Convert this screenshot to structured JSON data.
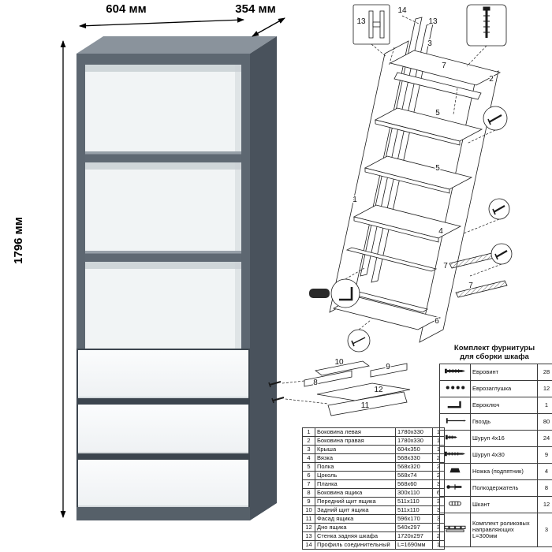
{
  "product": {
    "dim_width": "604 мм",
    "dim_depth": "354 мм",
    "dim_height": "1796 мм"
  },
  "colors": {
    "carcass": "#5d6771",
    "top_face": "#8a939c",
    "side_face": "#49525c",
    "interior": "#f1f4f5",
    "shelf": "#5f6973",
    "drawer": "#f8fafb",
    "gap": "#3c454e"
  },
  "diagram": {
    "labels": [
      "14",
      "13",
      "13",
      "3",
      "7",
      "2",
      "1",
      "5",
      "5",
      "4",
      "7",
      "7",
      "6",
      "10",
      "8",
      "9",
      "12",
      "11"
    ]
  },
  "parts_table": {
    "rows": [
      {
        "n": "1",
        "name": "Боковина левая",
        "size": "1780x330",
        "qty": "1"
      },
      {
        "n": "2",
        "name": "Боковина правая",
        "size": "1780x330",
        "qty": "1"
      },
      {
        "n": "3",
        "name": "Крыша",
        "size": "604x350",
        "qty": "1"
      },
      {
        "n": "4",
        "name": "Вязка",
        "size": "568x330",
        "qty": "2"
      },
      {
        "n": "5",
        "name": "Полка",
        "size": "568x320",
        "qty": "2"
      },
      {
        "n": "6",
        "name": "Цоколь",
        "size": "568x74",
        "qty": "2"
      },
      {
        "n": "7",
        "name": "Планка",
        "size": "568x60",
        "qty": "3"
      },
      {
        "n": "8",
        "name": "Боковина ящика",
        "size": "300x110",
        "qty": "6"
      },
      {
        "n": "9",
        "name": "Передний щит ящика",
        "size": "511x110",
        "qty": "3"
      },
      {
        "n": "10",
        "name": "Задний щит ящика",
        "size": "511x110",
        "qty": "3"
      },
      {
        "n": "11",
        "name": "Фасад ящика",
        "size": "596x170",
        "qty": "3"
      },
      {
        "n": "12",
        "name": "Дно ящика",
        "size": "540x297",
        "qty": "3"
      },
      {
        "n": "13",
        "name": "Стенка задняя шкафа",
        "size": "1720x297",
        "qty": "2"
      },
      {
        "n": "14",
        "name": "Профиль соединительный",
        "size": "L=1690мм",
        "qty": "1"
      }
    ]
  },
  "hardware": {
    "title_line1": "Комплект фурнитуры",
    "title_line2": "для сборки шкафа",
    "items": [
      {
        "name": "Евровинт",
        "qty": "28"
      },
      {
        "name": "Еврозаглушка",
        "qty": "12"
      },
      {
        "name": "Евроключ",
        "qty": "1"
      },
      {
        "name": "Гвоздь",
        "qty": "80"
      },
      {
        "name": "Шуруп 4x16",
        "qty": "24"
      },
      {
        "name": "Шуруп 4x30",
        "qty": "9"
      },
      {
        "name": "Ножка (подпятник)",
        "qty": "4"
      },
      {
        "name": "Полкодержатель",
        "qty": "8"
      },
      {
        "name": "Шкант",
        "qty": "12"
      },
      {
        "name": "Комплект роликовых направляющих L=300мм",
        "qty": "3"
      }
    ]
  }
}
